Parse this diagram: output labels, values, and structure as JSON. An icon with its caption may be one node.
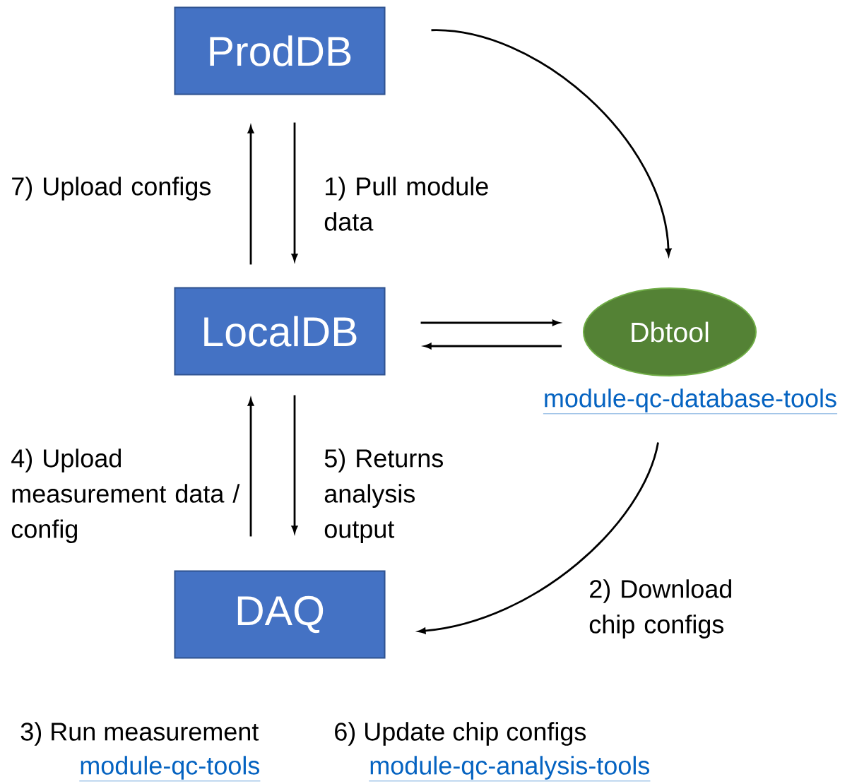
{
  "diagram": {
    "nodes": [
      {
        "text": [
          "ProdDB"
        ]
      },
      {
        "text": [
          "LocalDB"
        ]
      },
      {
        "text": [
          "DAQ"
        ]
      },
      {
        "text": [
          "Dbtool"
        ],
        "beside": [
          "module-qc-database-tools"
        ]
      }
    ],
    "edges": [
      {
        "from": 1,
        "to": 0,
        "arrow": "to",
        "label": "7) Upload configs"
      },
      {
        "from": 0,
        "to": 1,
        "arrow": "to",
        "label": "1) Pull module data"
      },
      {
        "from": 0,
        "to": 3,
        "arrow": "to"
      },
      {
        "from": 1,
        "to": 3,
        "arrow": "to"
      },
      {
        "from": 3,
        "to": 1,
        "arrow": "to"
      },
      {
        "from": 2,
        "to": 1,
        "arrow": "to",
        "label": "4) Upload measurement data / config"
      },
      {
        "from": 1,
        "to": 2,
        "arrow": "to",
        "label": "5) Returns analysis output"
      },
      {
        "from": 3,
        "to": 2,
        "arrow": "to",
        "label": "2) Download chip configs"
      }
    ],
    "labels": [
      "3) Run measurement",
      "module-qc-tools",
      "6) Update chip configs",
      "module-qc-analysis-tools"
    ]
  }
}
